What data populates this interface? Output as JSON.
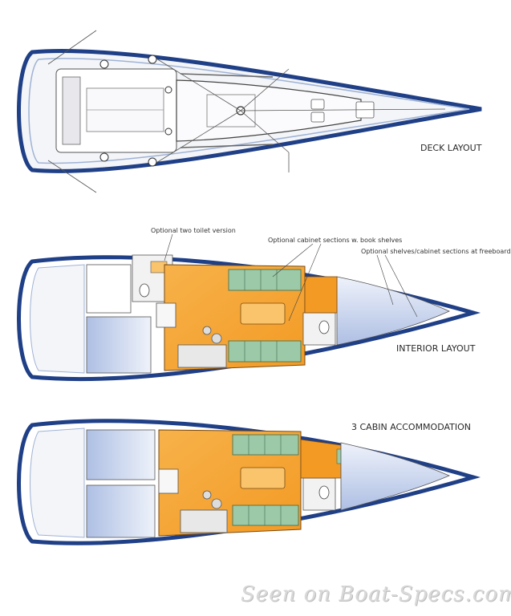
{
  "labels": {
    "deck_layout": "DECK LAYOUT",
    "interior_layout": "INTERIOR LAYOUT",
    "cabin3": "3 CABIN ACCOMMODATION",
    "note_toilet": "Optional two toilet version",
    "note_cabinet": "Optional cabinet sections w. book shelves",
    "note_shelves": "Optional shelves/cabinet sections at freeboards"
  },
  "watermark": "Seen on Boat-Specs.com",
  "colors": {
    "hull": "#1f3f86",
    "hull_light": "#9fb3d6",
    "deck": "#f4f5f8",
    "saloon": "#f5a431",
    "saloon_light": "#f9c46c",
    "settee": "#9cc9a8",
    "berth": "#c9d6ef",
    "galley": "#e8e8e8"
  }
}
